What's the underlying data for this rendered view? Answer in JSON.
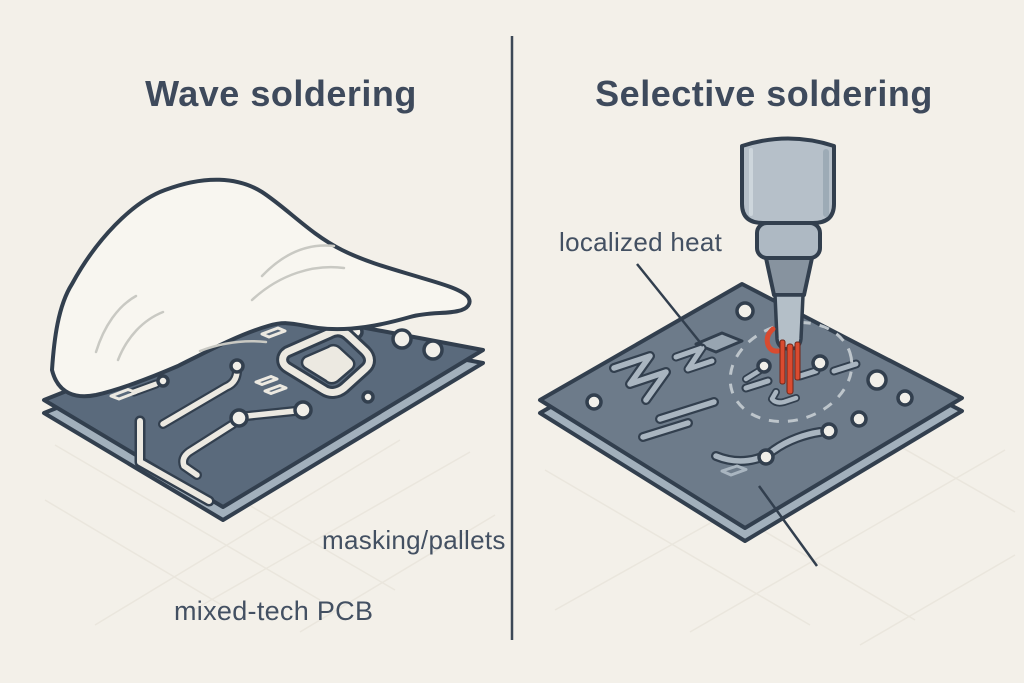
{
  "left_panel": {
    "title": "Wave soldering",
    "label_masking": "masking/pallets",
    "label_pcb": "mixed-tech PCB"
  },
  "right_panel": {
    "title": "Selective soldering",
    "label_heat": "localized heat"
  },
  "colors": {
    "background": "#f3f0e9",
    "ink_outline": "#323f4e",
    "title_text": "#3e4a5c",
    "label_text": "#435062",
    "pcb_left_top": "#5a6a7c",
    "pcb_right_top": "#6d7b8a",
    "pcb_side": "#a2b0bc",
    "trace_light": "#ece9e1",
    "trace_gray": "#a9b5c0",
    "pad_fill": "#f1efe9",
    "wave_fill": "#f8f6f0",
    "nozzle_body": "#b6c0c9",
    "nozzle_collar": "#aeb9c3",
    "nozzle_cone": "#87939f",
    "nozzle_tip": "#b4bfc8",
    "solder_red": "#d94b30",
    "dashed_zone": "#bdc5cb",
    "grid": "#eae6dd",
    "divider": "#3c4856"
  }
}
